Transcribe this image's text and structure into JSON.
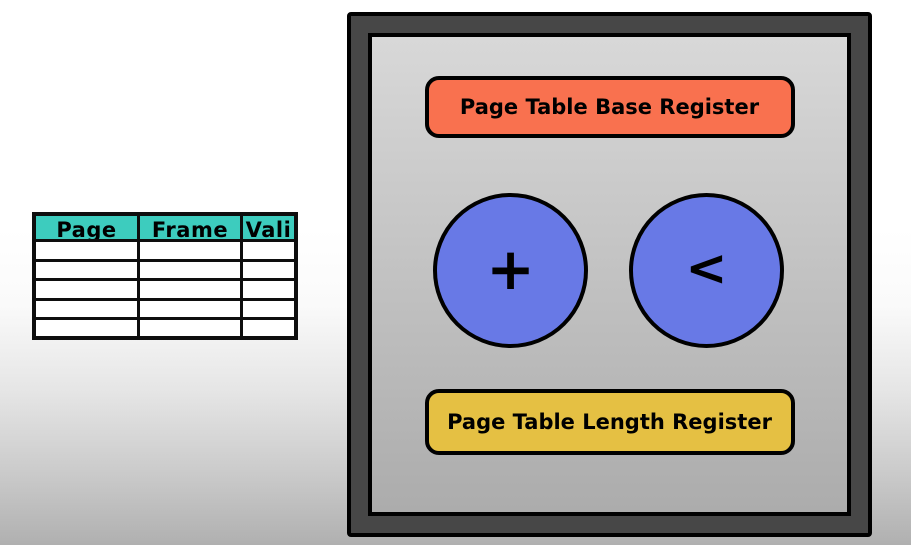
{
  "colors": {
    "bg-top": "#ffffff",
    "bg-bottom": "#b0b0b0",
    "text": "#000000",
    "table-header": "#3dccbe",
    "table-border": "#0e0e0e",
    "frame-dark": "#474747",
    "panel-top": "#d8d8d8",
    "panel-bottom": "#acacac",
    "register-base": "#f9714f",
    "register-length": "#e5c043",
    "circle-blue": "#6879e6"
  },
  "page_table": {
    "columns": [
      "Page",
      "Frame",
      "Vali"
    ],
    "rows": [
      [
        "",
        "",
        ""
      ],
      [
        "",
        "",
        ""
      ],
      [
        "",
        "",
        ""
      ],
      [
        "",
        "",
        ""
      ],
      [
        "",
        "",
        ""
      ]
    ]
  },
  "mmu": {
    "base_register_label": "Page Table Base Register",
    "adder_symbol": "+",
    "comparator_symbol": "<",
    "length_register_label": "Page Table Length Register"
  }
}
